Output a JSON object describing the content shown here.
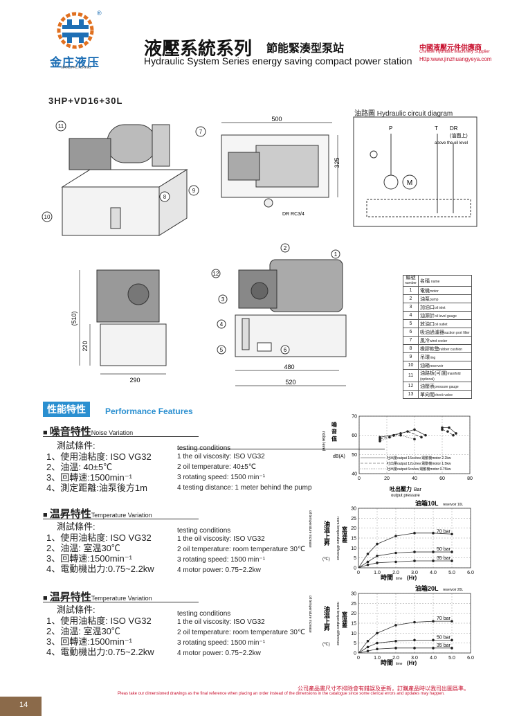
{
  "header": {
    "logo_text": "金庄液压",
    "logo_sub": "MANUFACTURING",
    "logo_mark": "®",
    "title_cn": "液壓系統系列",
    "subtitle_cn": "節能緊湊型泵站",
    "title_en": "Hydraulic System Series  energy saving compact power station",
    "supplier_cn": "中國液壓元件供應商",
    "supplier_en": "Chinese Hydraulic Machinery Supplier",
    "url": "Http:www.jinzhuangyeya.com"
  },
  "model": "3HP+VD16+30L",
  "circuit": {
    "title": "油路圖",
    "title_en": "Hydraulic circuit diagram",
    "label_p": "P",
    "label_t": "T",
    "label_dr": "DR",
    "label_dr_cn": "(油面上)",
    "label_dr_en": "above the oil level",
    "motor": "M"
  },
  "dimensions": {
    "top_width": "500",
    "top_depth": "325",
    "drain": "DR RC3/4",
    "side_height": "(510)",
    "side_tank": "220",
    "side_width": "290",
    "front_inner": "480",
    "front_outer": "520"
  },
  "callouts": {
    "iso": [
      "11",
      "7",
      "8",
      "9",
      "10"
    ],
    "front": [
      "2",
      "1",
      "12",
      "3",
      "4",
      "5",
      "6"
    ]
  },
  "parts": {
    "header_no": "編號",
    "header_no_en": "number",
    "header_name": "名稱",
    "header_name_en": "name",
    "rows": [
      {
        "no": "1",
        "cn": "電機",
        "en": "motor"
      },
      {
        "no": "2",
        "cn": "油泵",
        "en": "pump"
      },
      {
        "no": "3",
        "cn": "加油口",
        "en": "oil inlet"
      },
      {
        "no": "4",
        "cn": "油源計",
        "en": "oil level gauge"
      },
      {
        "no": "5",
        "cn": "放油口",
        "en": "oil outlet"
      },
      {
        "no": "6",
        "cn": "吸油過濾器",
        "en": "suction port filter"
      },
      {
        "no": "7",
        "cn": "風冷",
        "en": "wind cooler"
      },
      {
        "no": "8",
        "cn": "橡膠軟墊",
        "en": "rubber cushion"
      },
      {
        "no": "9",
        "cn": "吊環",
        "en": "ring"
      },
      {
        "no": "10",
        "cn": "油箱",
        "en": "reservoir"
      },
      {
        "no": "11",
        "cn": "油路板(可選)",
        "en": "manifold (optional)"
      },
      {
        "no": "12",
        "cn": "油壓表",
        "en": "pressure gauge"
      },
      {
        "no": "13",
        "cn": "單向閥",
        "en": "check valve"
      }
    ]
  },
  "performance": {
    "title_cn": "性能特性",
    "title_en": "Performance Features"
  },
  "noise": {
    "title_cn": "噪音特性",
    "title_en": "Noise Variation",
    "cond_cn": "測試條件:",
    "cond_en": "testing conditions",
    "items_cn": [
      "1、使用油粘度: ISO VG32",
      "2、油温: 40±5℃",
      "3、回轉速:1500min⁻¹",
      "4、測定距離:油泵後方1m"
    ],
    "items_en": [
      "1 the oil viscosity: ISO VG32",
      "2 oil temperature: 40±5℃",
      "3 rotating speed: 1500 min⁻¹",
      "4 testing distance: 1 meter behind the pump"
    ]
  },
  "temp1": {
    "title_cn": "温昇特性",
    "title_en": "Temperature Variation",
    "cond_cn": "測試條件:",
    "cond_en": "testing conditions",
    "items_cn": [
      "1、使用油粘度: ISO VG32",
      "2、油温: 室温30℃",
      "3、回轉速:1500min⁻¹",
      "4、電動機出力:0.75~2.2kw"
    ],
    "items_en": [
      "1 the oil viscosity: ISO VG32",
      "2 oil temperature: room temperature 30℃",
      "3 rotating speed: 1500 min⁻¹",
      "4 motor power: 0.75~2.2kw"
    ]
  },
  "temp2": {
    "title_cn": "温昇特性",
    "title_en": "Temperature Variation",
    "cond_cn": "測試條件:",
    "cond_en": "testing conditions",
    "items_cn": [
      "1、使用油粘度: ISO VG32",
      "2、油温: 室温30℃",
      "3、回轉速:1500min⁻¹",
      "4、電動機出力:0.75~2.2kw"
    ],
    "items_en": [
      "1 the oil viscosity: ISO VG32",
      "2 oil temperature: room temperature 30℃",
      "3 rotating speed: 1500 min⁻¹",
      "4 motor power: 0.75~2.2kw"
    ]
  },
  "chart_data": [
    {
      "type": "line",
      "ylabel_cn": "噪音值",
      "ylabel_en": "noise level",
      "yunit": "dB(A)",
      "xlabel_cn": "吐出壓力",
      "xlabel_unit": "Bar",
      "xlabel_en": "output pressure",
      "xlim": [
        0,
        80
      ],
      "ylim": [
        40,
        70
      ],
      "xticks": [
        0,
        20,
        40,
        60,
        80
      ],
      "yticks": [
        40,
        50,
        60,
        70
      ],
      "grid": true,
      "legend": [
        {
          "cn": "吐出量",
          "en": "output",
          "text": "16cc/rev,電動機",
          "en2": "motor",
          "power": "2.2kw"
        },
        {
          "cn": "吐出量",
          "en": "output",
          "text": "12cc/rev,電動機",
          "en2": "motor",
          "power": "1.5kw"
        },
        {
          "cn": "吐出量",
          "en": "output",
          "text": "6cc/rev,電動機",
          "en2": "motor",
          "power": "0.75kw"
        }
      ],
      "series": [
        {
          "x": [
            15,
            30,
            40,
            48
          ],
          "y": [
            59,
            61,
            63,
            60
          ]
        },
        {
          "x": [
            15,
            25,
            35,
            45
          ],
          "y": [
            58,
            60,
            62,
            59
          ]
        },
        {
          "x": [
            15,
            22,
            30,
            40
          ],
          "y": [
            57,
            59,
            60,
            58
          ]
        },
        {
          "x": [
            60,
            65,
            70
          ],
          "y": [
            64,
            64,
            61
          ]
        },
        {
          "x": [
            60,
            64,
            68
          ],
          "y": [
            63,
            62,
            60
          ]
        }
      ]
    },
    {
      "type": "line",
      "title_cn": "油箱10L",
      "title_en": "reservoir 10L",
      "ylabel_cn": "油温上昇",
      "ylabel_en": "oil temperature increase",
      "yunit": "(℃)",
      "ylabel2_cn": "室温差",
      "ylabel2_en": "room temperature difference",
      "xlabel_cn": "時間",
      "xlabel_en": "time",
      "xlabel_unit": "(Hr)",
      "xlim": [
        0,
        6
      ],
      "ylim": [
        0,
        30
      ],
      "xticks": [
        0,
        1.0,
        2.0,
        3.0,
        4.0,
        5.0,
        6.0
      ],
      "yticks": [
        0,
        5,
        10,
        15,
        20,
        25,
        30
      ],
      "grid": true,
      "series": [
        {
          "name": "70 bar",
          "x": [
            0,
            0.5,
            1,
            2,
            3,
            4,
            5
          ],
          "y": [
            0,
            7,
            12,
            16,
            17.5,
            17.5,
            17
          ]
        },
        {
          "name": "50 bar",
          "x": [
            0,
            0.5,
            1,
            2,
            3,
            4,
            5
          ],
          "y": [
            0,
            3,
            6,
            7.5,
            8,
            8,
            8
          ]
        },
        {
          "name": "35 bar",
          "x": [
            0,
            0.5,
            1,
            2,
            3,
            4,
            5
          ],
          "y": [
            0,
            1.5,
            2.5,
            3,
            3.5,
            3.5,
            3.5
          ]
        }
      ]
    },
    {
      "type": "line",
      "title_cn": "油箱20L",
      "title_en": "reservoir 20L",
      "ylabel_cn": "油温上昇",
      "ylabel_en": "oil temperature increase",
      "yunit": "(℃)",
      "ylabel2_cn": "室温差",
      "ylabel2_en": "room temperature difference",
      "xlabel_cn": "時間",
      "xlabel_en": "time",
      "xlabel_unit": "(Hr)",
      "xlim": [
        0,
        6
      ],
      "ylim": [
        0,
        30
      ],
      "xticks": [
        0,
        1.0,
        2.0,
        3.0,
        4.0,
        5.0,
        6.0
      ],
      "yticks": [
        0,
        5,
        10,
        15,
        20,
        25,
        30
      ],
      "grid": true,
      "series": [
        {
          "name": "70 bar",
          "x": [
            0,
            0.5,
            1,
            2,
            3,
            4,
            5
          ],
          "y": [
            0,
            6,
            10,
            14,
            15.5,
            16,
            16
          ]
        },
        {
          "name": "50 bar",
          "x": [
            0,
            0.5,
            1,
            2,
            3,
            4,
            5
          ],
          "y": [
            0,
            3,
            5,
            6,
            6.5,
            6.5,
            6.5
          ]
        },
        {
          "name": "35 bar",
          "x": [
            0,
            0.5,
            1,
            2,
            3,
            4,
            5
          ],
          "y": [
            0,
            1,
            2,
            2.5,
            2.5,
            2.5,
            2.5
          ]
        }
      ]
    }
  ],
  "footer": {
    "page": "14",
    "note_cn": "公司產品書尺寸不排除會有錯誤及更新，訂購產品時以我司出圖爲準。",
    "note_en": "Pleas take our dimensioned drawings as the final reference when placing an order instead of the dimensions in the catalogue since some clerical errors and updates may happen.",
    "accent": "#c8102e",
    "page_bg": "#8b6a4a"
  }
}
